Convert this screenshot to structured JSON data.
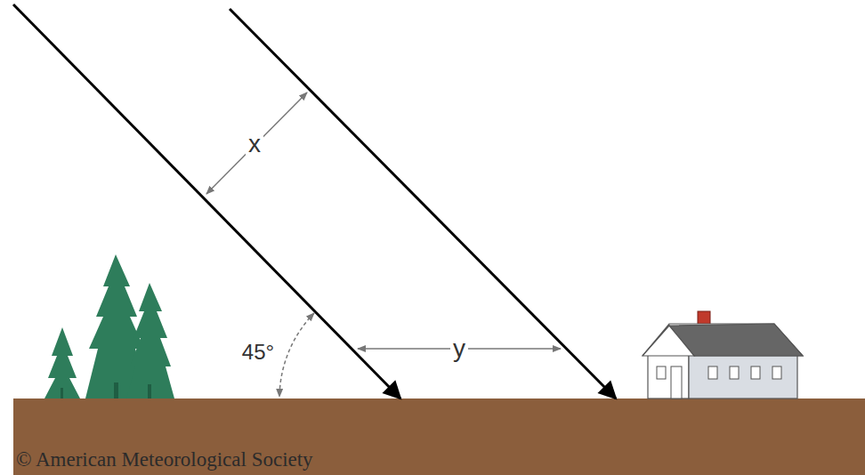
{
  "diagram": {
    "labels": [
      "x",
      "45°",
      "y",
      "© American Meteorological Society"
    ]
  }
}
